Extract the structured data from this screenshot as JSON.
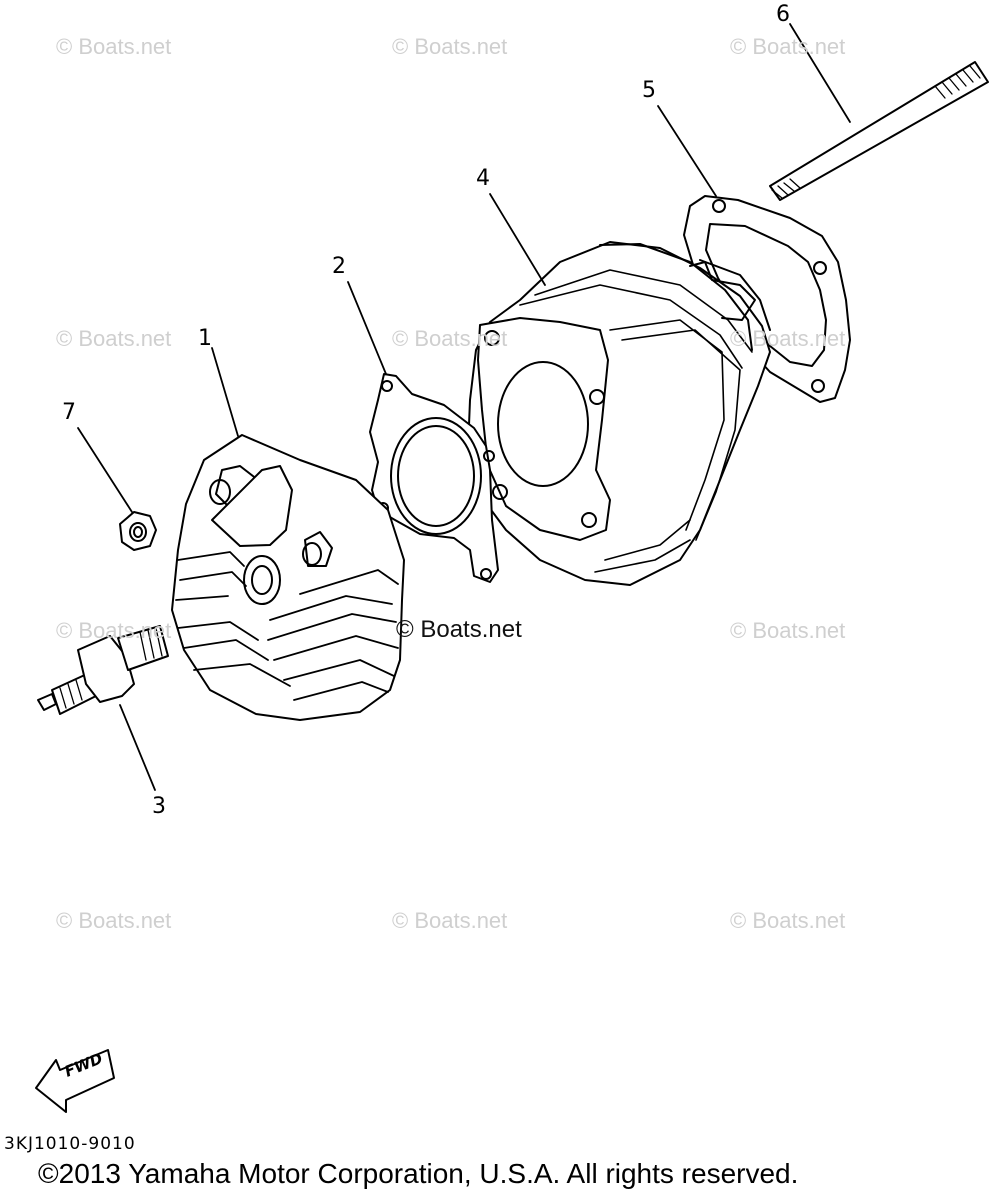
{
  "watermark_text": "© Boats.net",
  "watermark_center_text": "© Boats.net",
  "callouts": {
    "c1": "1",
    "c2": "2",
    "c3": "3",
    "c4": "4",
    "c5": "5",
    "c6": "6",
    "c7": "7"
  },
  "fwd_label": "FWD",
  "diagram_code": "3KJ1010-9010",
  "copyright": "©2013 Yamaha Motor Corporation, U.S.A. All rights reserved."
}
